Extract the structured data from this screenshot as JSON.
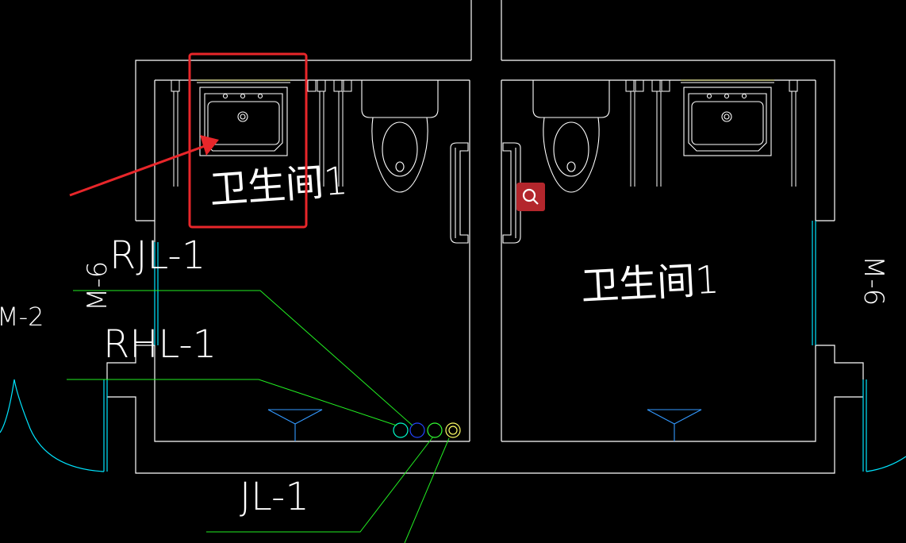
{
  "rooms": {
    "left_label": "卫生间1",
    "right_label": "卫生间1"
  },
  "pipes": {
    "rjl": "RJL-1",
    "rhl": "RHL-1",
    "jl": "JL-1"
  },
  "doors": {
    "m6_left": "M-6",
    "m6_right": "M-6",
    "m2": "M-2"
  },
  "colors": {
    "background": "#000000",
    "wall": "#FFFFFF",
    "fixture": "#FFFFFF",
    "pipe_leader": "#00FF00",
    "door": "#00FFFF",
    "floor_drain": "#1E90FF",
    "highlight": "#E8262A",
    "zoom_button": "#B3262C"
  },
  "icons": {
    "zoom": "magnifier-icon"
  }
}
